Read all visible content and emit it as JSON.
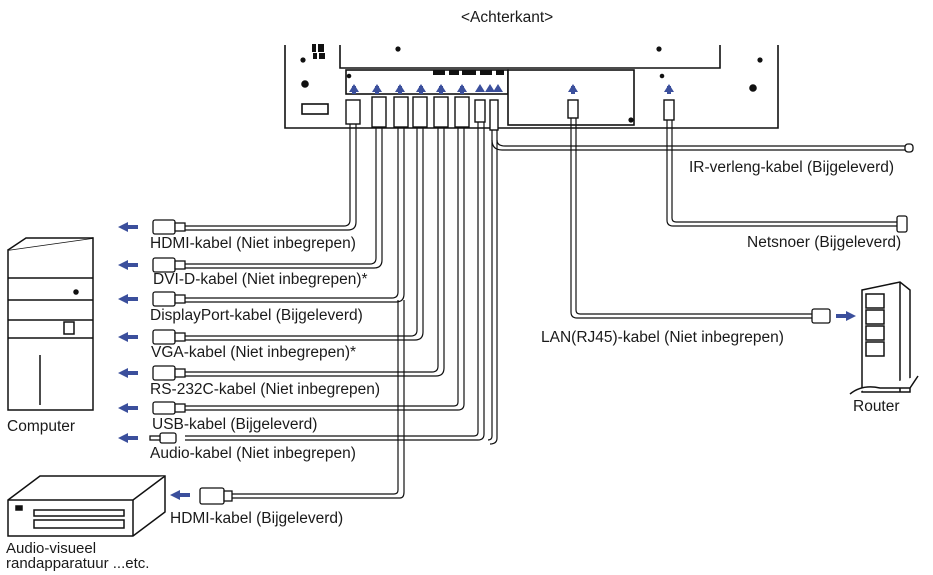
{
  "title": "<Achterkant>",
  "devices": {
    "computer": "Computer",
    "router": "Router",
    "av_line1": "Audio-visueel",
    "av_line2": "randapparatuur ...etc."
  },
  "cables": {
    "hdmi_pc": "HDMI-kabel (Niet inbegrepen)",
    "dvi": "DVI-D-kabel (Niet inbegrepen)*",
    "displayport": "DisplayPort-kabel (Bijgeleverd)",
    "vga": "VGA-kabel (Niet inbegrepen)*",
    "rs232c": "RS-232C-kabel (Niet inbegrepen)",
    "usb": "USB-kabel (Bijgeleverd)",
    "audio": "Audio-kabel (Niet inbegrepen)",
    "hdmi_av": "HDMI-kabel (Bijgeleverd)",
    "ir": "IR-verleng-kabel (Bijgeleverd)",
    "power": "Netsnoer (Bijgeleverd)",
    "lan": "LAN(RJ45)-kabel (Niet inbegrepen)"
  },
  "colors": {
    "arrow": "#3b4f9c",
    "line": "#111111",
    "cable_fill": "#ffffff"
  }
}
